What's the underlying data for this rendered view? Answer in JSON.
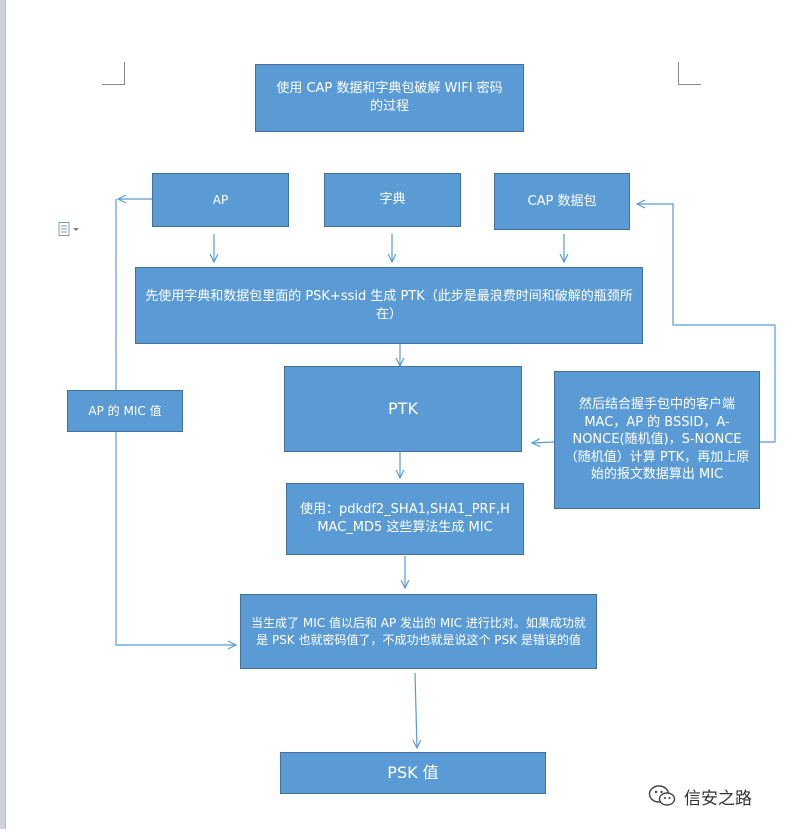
{
  "nodes": {
    "title": "使用 CAP 数据和字典包破解 WIFI 密码的过程",
    "ap": "AP",
    "dictionary": "字典",
    "cap_packet": "CAP 数据包",
    "generate_ptk": "先使用字典和数据包里面的 PSK+ssid 生成 PTK（此步是最浪费时间和破解的瓶颈所在）",
    "ptk": "PTK",
    "ap_mic": "AP 的  MIC 值",
    "handshake_compute": "然后结合握手包中的客户端 MAC，AP 的 BSSID，A-NONCE(随机值)，S-NONCE（随机值）计算 PTK，再加上原始的报文数据算出 MIC",
    "algorithms": "使用：pdkdf2_SHA1,SHA1_PRF,HMAC_MD5 这些算法生成 MIC",
    "compare": "当生成了 MIC 值以后和 AP 发出的 MIC 进行比对。如果成功就是 PSK 也就密码值了，不成功也就是说这个 PSK 是错误的值",
    "psk_value": "PSK 值"
  },
  "watermark": {
    "text": "信安之路",
    "icon": "wechat-icon"
  },
  "colors": {
    "box_fill": "#5b9bd5",
    "box_border": "#41719c",
    "connector": "#5b9bd5"
  }
}
